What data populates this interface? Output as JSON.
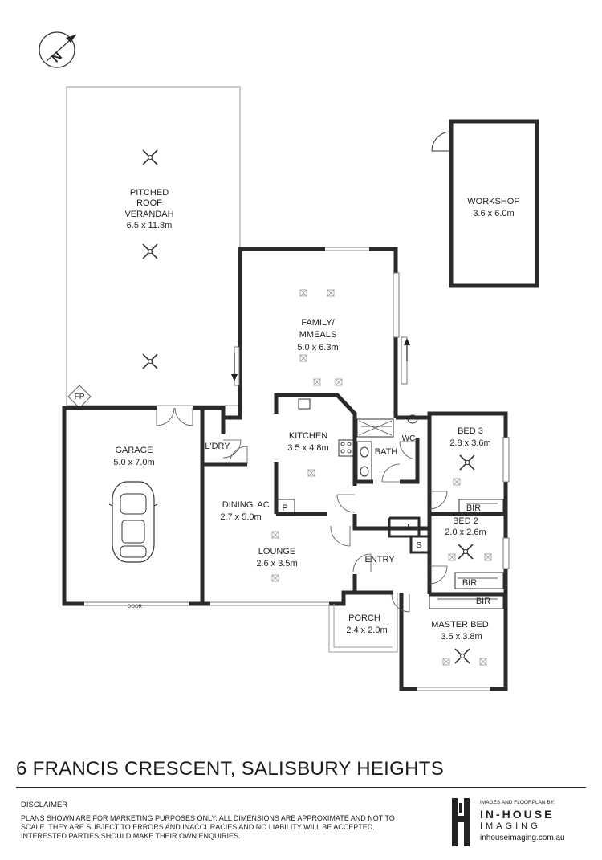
{
  "compass": {
    "label": "N"
  },
  "rooms": {
    "verandah": {
      "line1": "PITCHED",
      "line2": "ROOF",
      "line3": "VERANDAH",
      "size": "6.5 x 11.8m"
    },
    "fp": {
      "label": "FP"
    },
    "workshop": {
      "name": "WORKSHOP",
      "size": "3.6 x 6.0m"
    },
    "family": {
      "line1": "FAMILY/",
      "line2": "MMEALS",
      "size": "5.0 x 6.3m"
    },
    "garage": {
      "name": "GARAGE",
      "size": "5.0 x 7.0m",
      "door": "DOOR"
    },
    "ldry": {
      "name": "L'DRY"
    },
    "kitchen": {
      "name": "KITCHEN",
      "size": "3.5 x 4.8m"
    },
    "bath": {
      "name": "BATH"
    },
    "wc": {
      "name": "WC"
    },
    "bed3": {
      "name": "BED 3",
      "size": "2.8 x 3.6m",
      "bir": "BIR"
    },
    "dining": {
      "name": "DINING",
      "size": "2.7 x 5.0m",
      "ac": "AC"
    },
    "pantry": {
      "name": "P"
    },
    "linen": {
      "name": "L"
    },
    "storage": {
      "name": "S"
    },
    "bed2": {
      "name": "BED 2",
      "size": "2.0 x 2.6m",
      "bir": "BIR"
    },
    "lounge": {
      "name": "LOUNGE",
      "size": "2.6 x 3.5m"
    },
    "entry": {
      "name": "ENTRY"
    },
    "porch": {
      "name": "PORCH",
      "size": "2.4 x 2.0m"
    },
    "master": {
      "name": "MASTER BED",
      "size": "3.5 x 3.8m",
      "bir": "BIR"
    }
  },
  "footer": {
    "address": "6 FRANCIS CRESCENT, SALISBURY HEIGHTS",
    "disclaimer_heading": "DISCLAIMER",
    "disclaimer_text": "PLANS SHOWN ARE FOR MARKETING PURPOSES ONLY. ALL DIMENSIONS ARE APPROXIMATE AND NOT TO SCALE. THEY ARE SUBJECT TO ERRORS AND INACCURACIES AND NO LIABILITY WILL BE ACCEPTED. INTERESTED PARTIES SHOULD MAKE THEIR OWN ENQUIRIES.",
    "brand_credit": "IMAGES AND FLOORPLAN BY:",
    "brand_name": "IN-HOUSE",
    "brand_sub": "IMAGING",
    "brand_url": "inhouseimaging.com.au"
  }
}
